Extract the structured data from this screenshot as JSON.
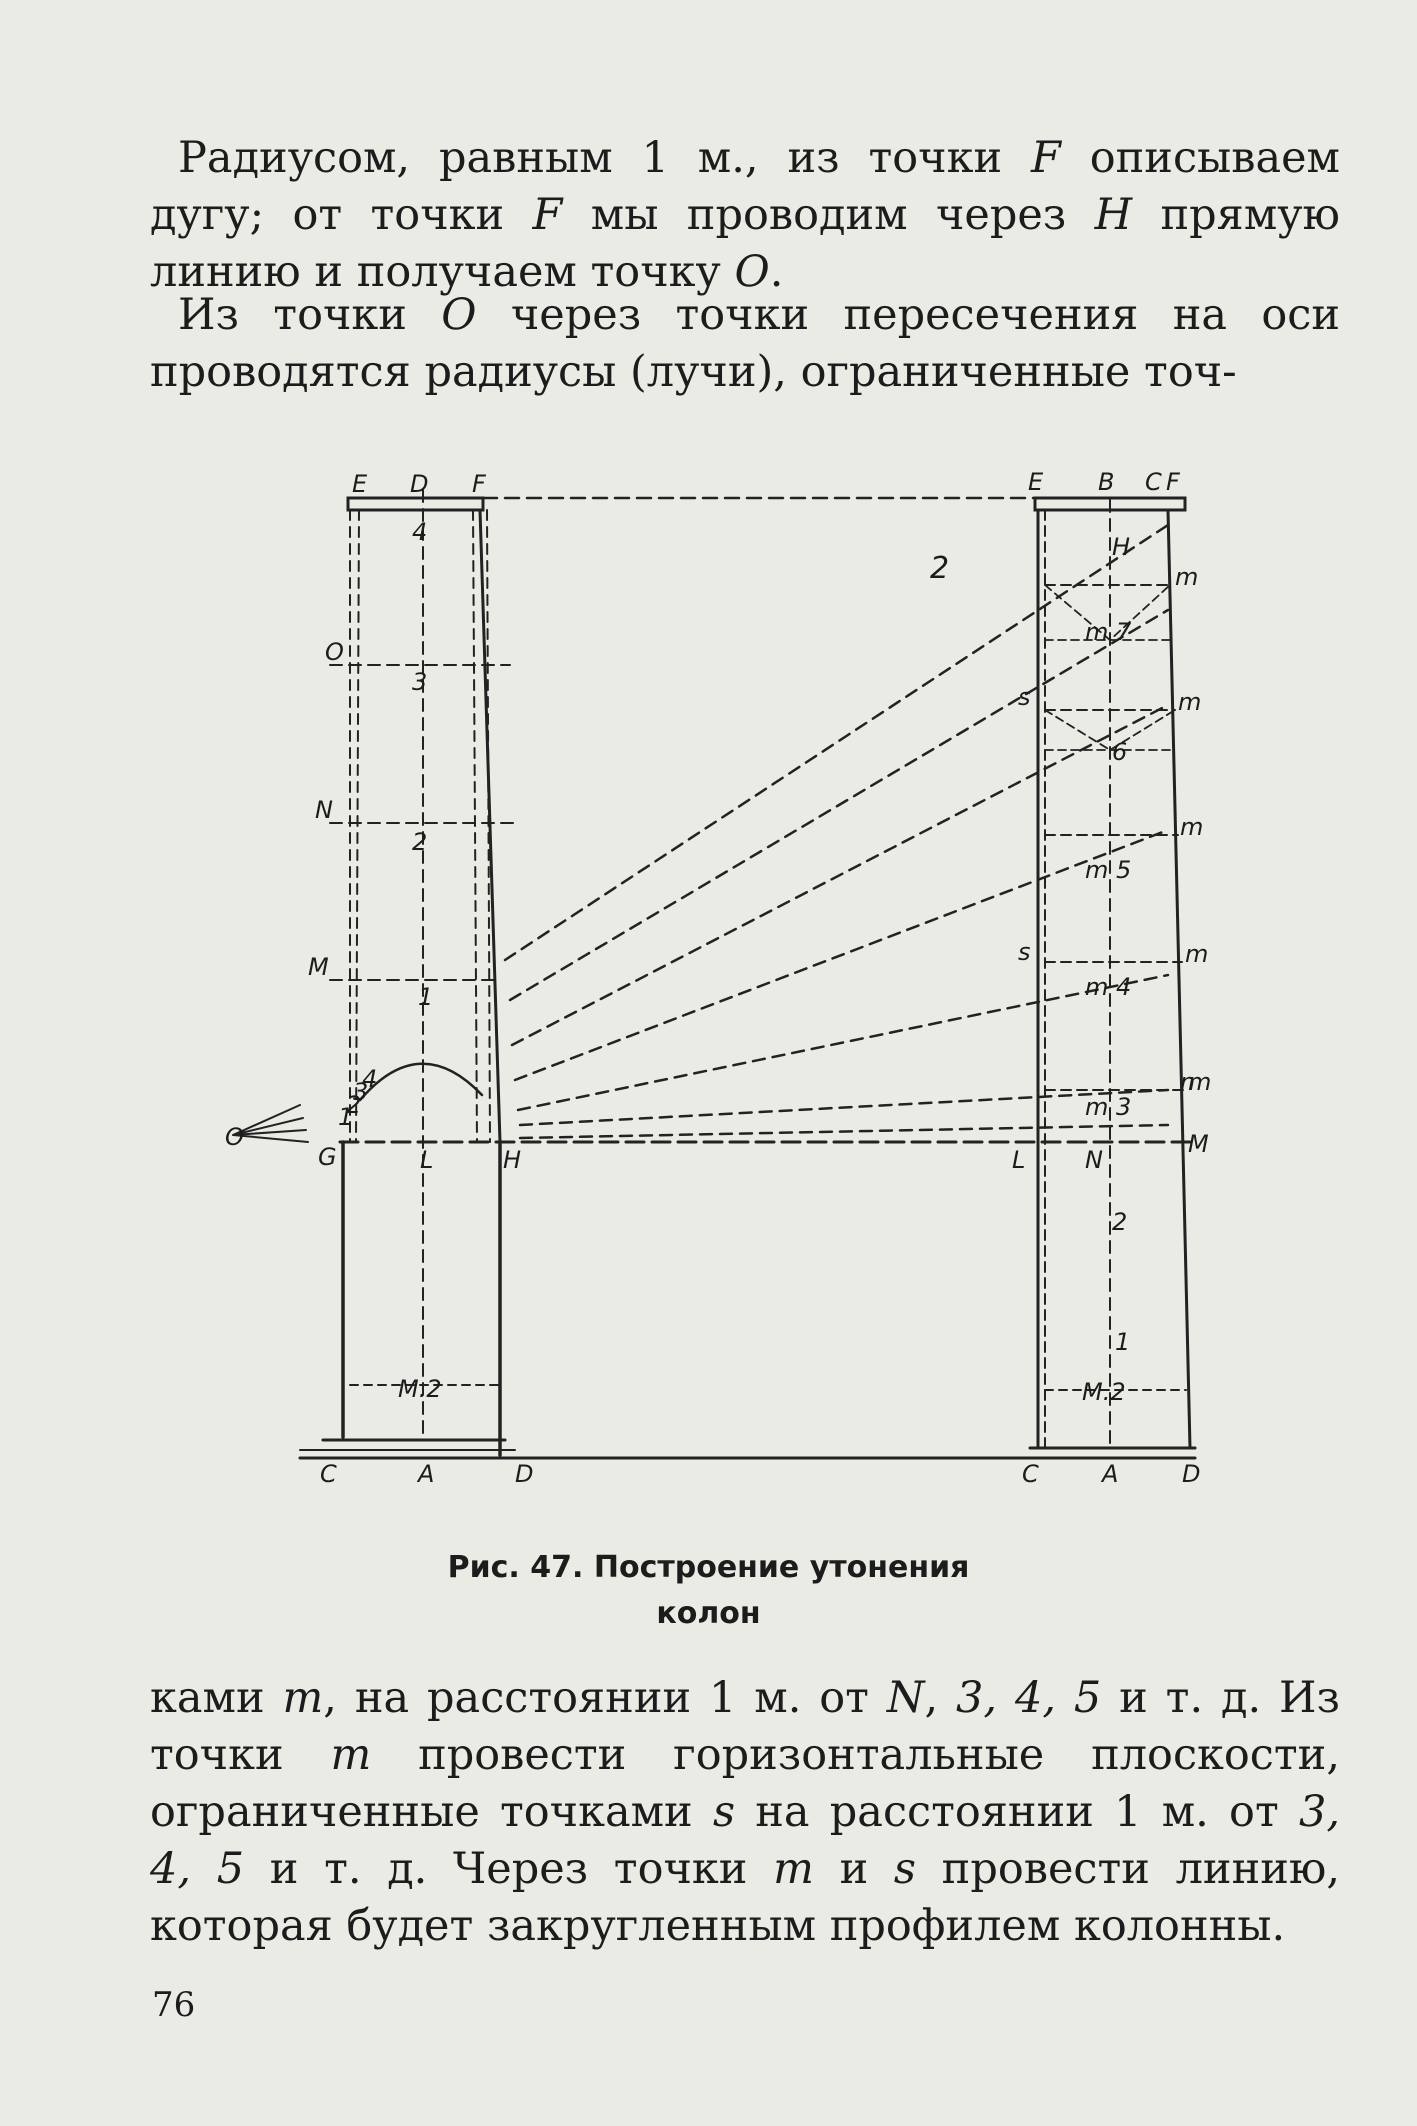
{
  "paragraphs": {
    "p1": {
      "s1": "Радиусом, равным 1 м., из точки ",
      "F1": "F",
      "s2": " описываем дугу; от точки ",
      "F2": "F",
      "s3": " мы проводим через ",
      "H": "H",
      "s4": " прямую линию и получаем точку ",
      "O": "O",
      "s5": "."
    },
    "p2": {
      "s1": "Из точки ",
      "O": "O",
      "s2": " через точки пересечения на оси проводятся радиусы (лучи), ограниченные точ-"
    },
    "p3": {
      "s1": "ками ",
      "m1": "m",
      "s2": ", на расстоянии 1 м. от ",
      "N": "N",
      "s3": ", ",
      "n1": "3, 4, 5",
      "s4": " и т. д. Из точки ",
      "m2": "m",
      "s5": " провести горизонтальные плоскости, ограниченные точками ",
      "s_pt": "s",
      "s6": " на расстоянии 1 м. от ",
      "n2": "3, 4, 5",
      "s7": " и т. д. Через точки ",
      "m3": "m",
      "s8": " и ",
      "s_pt2": "s",
      "s9": " провести линию, которая будет закругленным профилем колонны."
    }
  },
  "caption": {
    "line1": "Рис. 47. Построение утонения",
    "line2": "колон"
  },
  "page_number": "76",
  "figure": {
    "left_top": [
      "E",
      "D",
      "F"
    ],
    "left_side": [
      "O",
      "N",
      "M",
      "O",
      "G",
      "L",
      "H"
    ],
    "left_axis": [
      "4",
      "3",
      "2",
      "1",
      "M.2"
    ],
    "left_small": [
      "1",
      "2",
      "3",
      "4"
    ],
    "left_bottom": [
      "C",
      "A",
      "D"
    ],
    "right_top": [
      "E",
      "B",
      "C",
      "F"
    ],
    "right_axis": [
      "H",
      "m 7",
      "6",
      "m 5",
      "m 4",
      "m 3",
      "L",
      "N",
      "2",
      "1",
      "M.2"
    ],
    "right_side": [
      "m",
      "m",
      "m",
      "m",
      "m",
      "n",
      "M"
    ],
    "right_s": [
      "s",
      "s"
    ],
    "right_bottom": [
      "C",
      "A",
      "D"
    ],
    "ray_label": "2"
  }
}
